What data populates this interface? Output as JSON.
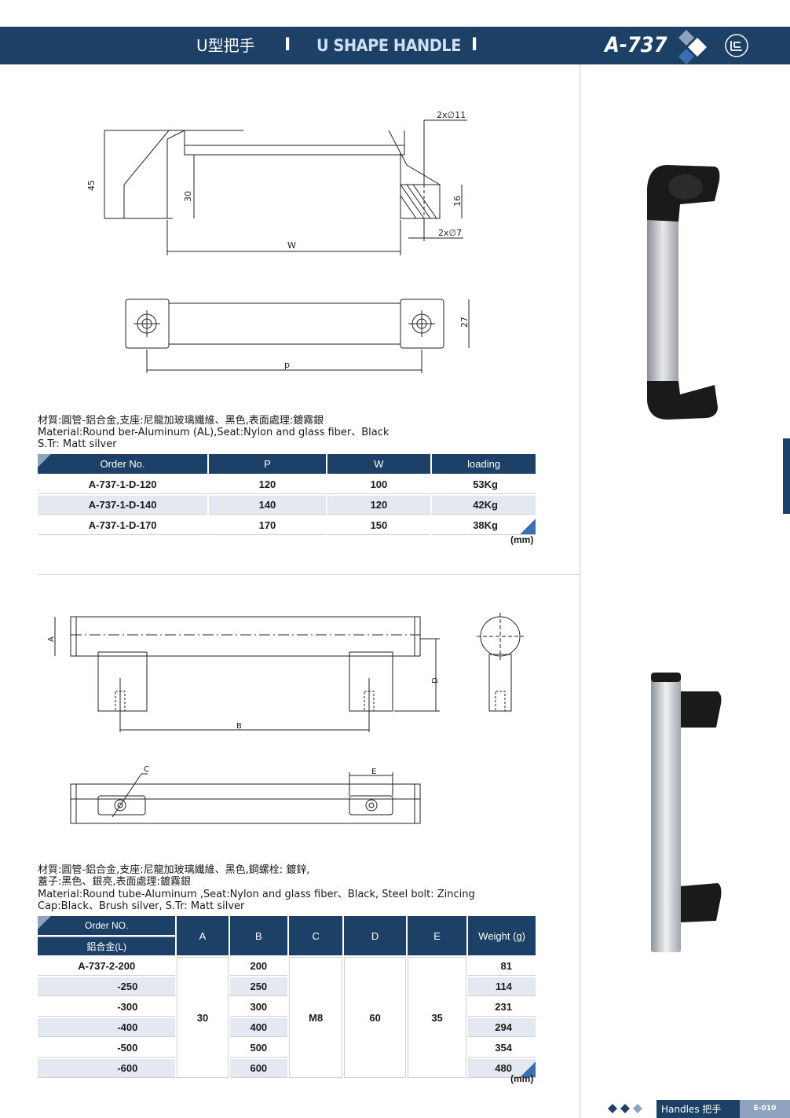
{
  "header": {
    "title_zh": "U型把手",
    "separator": "I",
    "title_en": "U SHAPE HANDLE",
    "model": "A-737",
    "logo_icon": "company-logo-icon",
    "diamond_icon": "diamond-cluster-icon"
  },
  "colors": {
    "navy": "#1d4066",
    "light_row": "#e4e8f1",
    "accent": "#3b6fb0"
  },
  "drawing1": {
    "labels": {
      "dim_45": "45",
      "dim_30": "30",
      "dim_w": "W",
      "hole_top": "2x∅11",
      "dim_16": "16",
      "hole_bottom": "2x∅7",
      "dim_27": "27",
      "dim_p": "p"
    }
  },
  "section1": {
    "material_zh": "材質:圓管-鋁合金,支座:尼龍加玻璃纖維、黑色,表面處理:鍍霧銀",
    "material_en": "Material:Round ber-Aluminum (AL),Seat:Nylon and glass fiber、Black",
    "surface_en": "S.Tr: Matt silver",
    "table": {
      "headers": [
        "Order No.",
        "P",
        "W",
        "loading"
      ],
      "rows": [
        [
          "A-737-1-D-120",
          "120",
          "100",
          "53Kg"
        ],
        [
          "A-737-1-D-140",
          "140",
          "120",
          "42Kg"
        ],
        [
          "A-737-1-D-170",
          "170",
          "150",
          "38Kg"
        ]
      ]
    },
    "unit": "(mm)"
  },
  "drawing2": {
    "labels": {
      "dim_a": "A",
      "dim_b": "B",
      "dim_c": "C",
      "dim_d": "D",
      "dim_e": "E"
    }
  },
  "section2": {
    "material_zh_1": "材質:圓管-鋁合金,支座:尼龍加玻璃纖維、黑色,鋼螺栓: 鍍鋅,",
    "material_zh_2": "蓋子:黑色、銀亮,表面處理:鍍霧銀",
    "material_en_1": "Material:Round tube-Aluminum ,Seat:Nylon and glass fiber、Black, Steel bolt: Zincing",
    "material_en_2": "Cap:Black、Brush silver, S.Tr: Matt silver",
    "table": {
      "header_order": "Order NO.",
      "header_order_sub": "鋁合金(L)",
      "headers": [
        "A",
        "B",
        "C",
        "D",
        "E",
        "Weight (g)"
      ],
      "rows": [
        [
          "A-737-2-200",
          "200",
          "81"
        ],
        [
          "-250",
          "250",
          "114"
        ],
        [
          "-300",
          "300",
          "231"
        ],
        [
          "-400",
          "400",
          "294"
        ],
        [
          "-500",
          "500",
          "354"
        ],
        [
          "-600",
          "600",
          "480"
        ]
      ],
      "shared": {
        "a": "30",
        "c": "M8",
        "d": "60",
        "e": "35"
      }
    },
    "unit": "(mm)"
  },
  "footer": {
    "label": "Handles 把手",
    "page_code": "E-010"
  }
}
